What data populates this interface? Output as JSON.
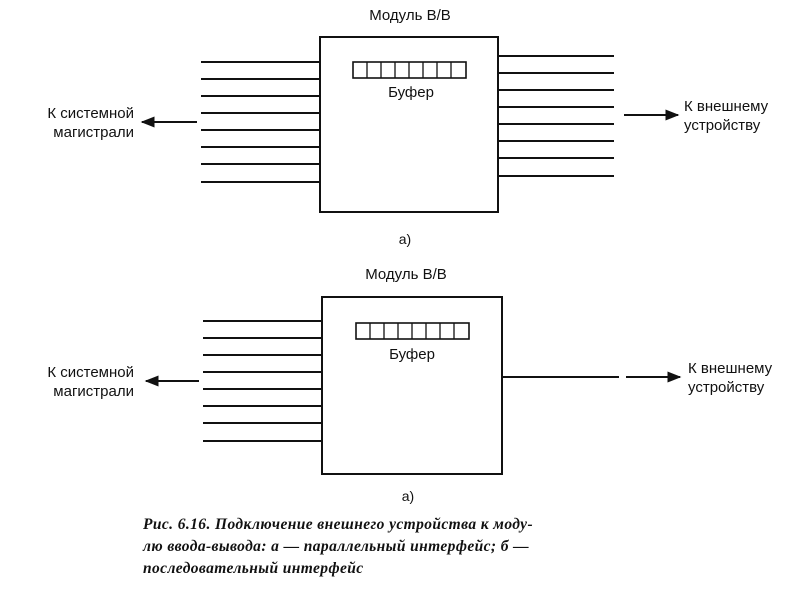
{
  "diagram_a": {
    "module_label": "Модуль В/В",
    "buffer_label": "Буфер",
    "left_label_line1": "К системной",
    "left_label_line2": "магистрали",
    "right_label_line1": "К внешнему",
    "right_label_line2": "устройству",
    "sub_label": "а)"
  },
  "diagram_b": {
    "module_label": "Модуль В/В",
    "buffer_label": "Буфер",
    "left_label_line1": "К системной",
    "left_label_line2": "магистрали",
    "right_label_line1": "К внешнему",
    "right_label_line2": "устройству",
    "sub_label": "а)"
  },
  "caption": {
    "line1": "Рис. 6.16. Подключение внешнего устройства к моду-",
    "line2": "лю ввода-вывода: а — параллельный интерфейс; б —",
    "line3": "последовательный интерфейс"
  }
}
